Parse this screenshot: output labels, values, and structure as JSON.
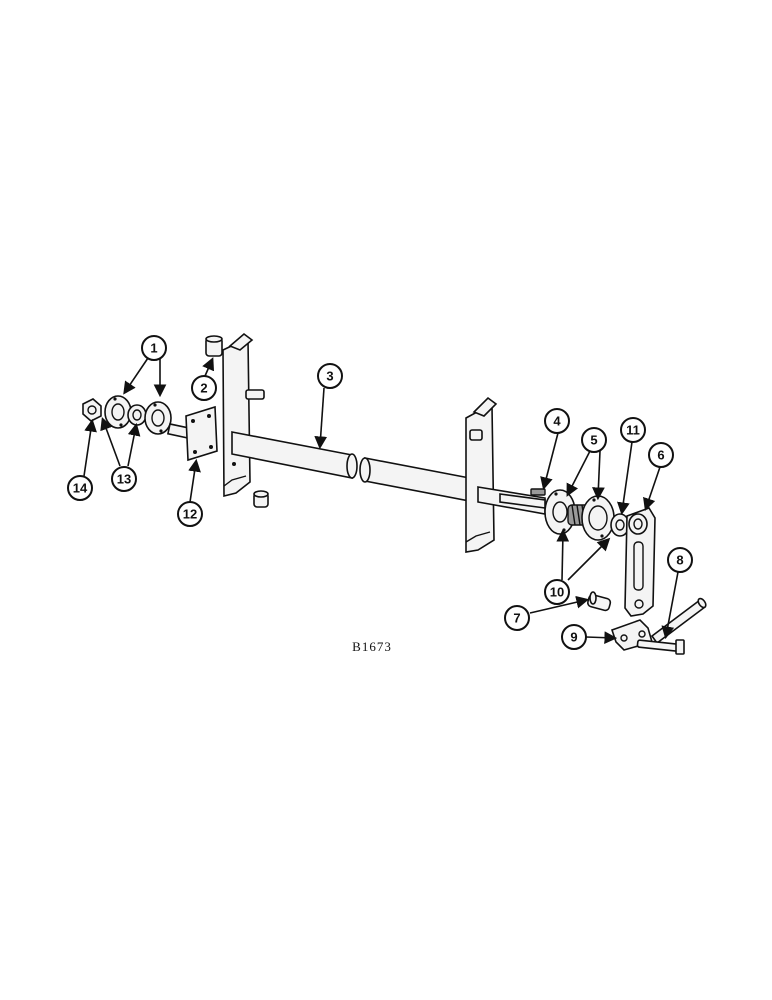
{
  "figure": {
    "reference_code": "B1673",
    "callouts": [
      "1",
      "2",
      "3",
      "4",
      "5",
      "6",
      "7",
      "8",
      "9",
      "10",
      "11",
      "12",
      "13",
      "14"
    ]
  }
}
